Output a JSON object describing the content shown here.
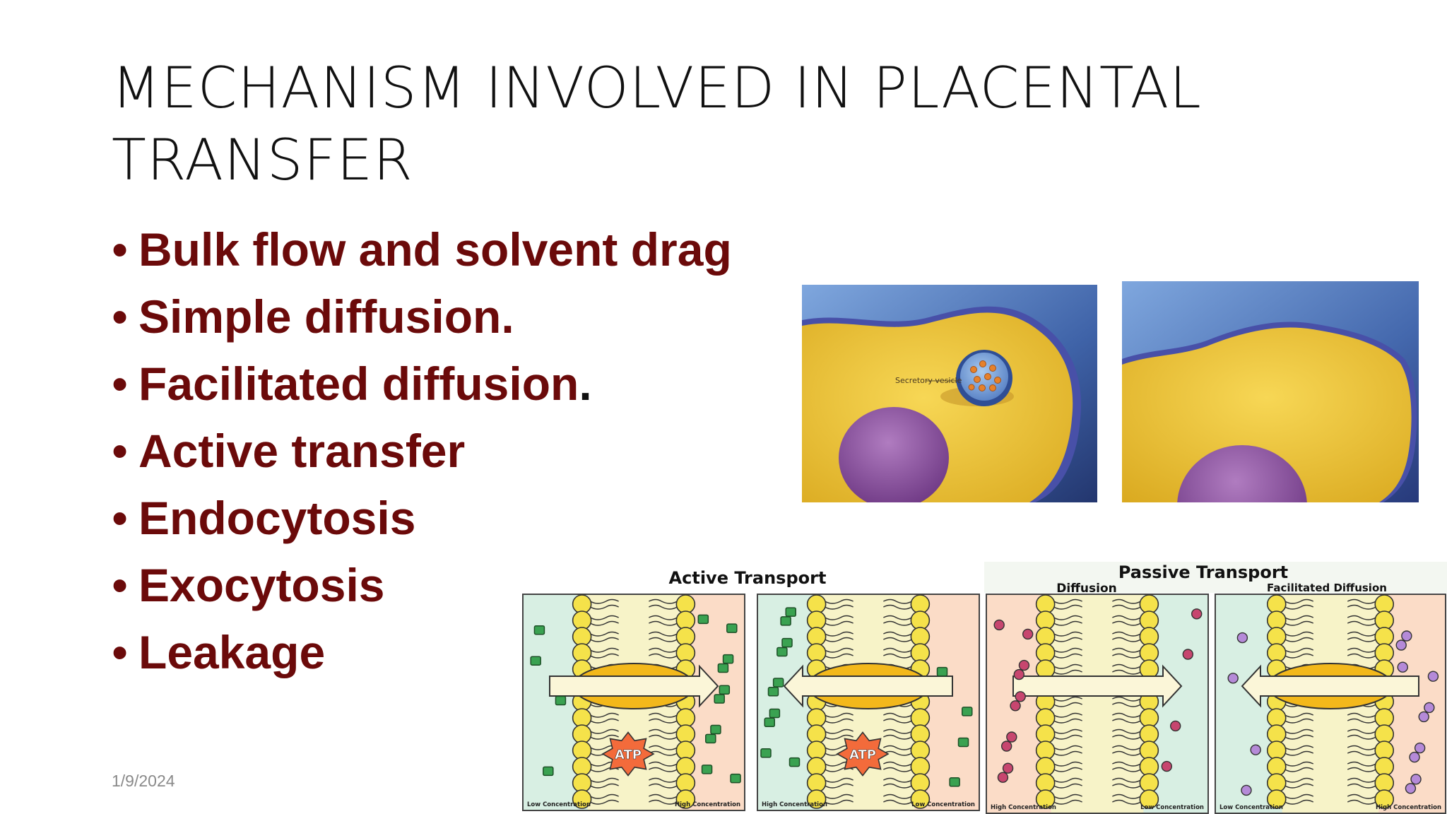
{
  "slide": {
    "title_line1": "MECHANISM INVOLVED IN PLACENTAL",
    "title_line2": "TRANSFER",
    "bullets": [
      {
        "text": "Bulk flow and solvent drag",
        "tail": ""
      },
      {
        "text": "Simple diffusion.",
        "tail": ""
      },
      {
        "text": "Facilitated diffusion",
        "tail": "."
      },
      {
        "text": "Active transfer",
        "tail": ""
      },
      {
        "text": "Endocytosis",
        "tail": ""
      },
      {
        "text": "Exocytosis",
        "tail": ""
      },
      {
        "text": "Leakage",
        "tail": ""
      }
    ],
    "bullet_glyph": "•",
    "date": "1/9/2024"
  },
  "cell_images": {
    "vesicle_label": "Secretory vesicle"
  },
  "transport_figure": {
    "active_title": "Active Transport",
    "passive_title": "Passive Transport",
    "diffusion_label": "Diffusion",
    "facilitated_label": "Facilitated Diffusion",
    "atp_label": "ATP",
    "low_label": "Low Concentration",
    "high_label": "High Concentration"
  },
  "colors": {
    "bullet_text": "#6b0a0a",
    "title_text": "#111111",
    "cell_cytoplasm": "#f0c73c",
    "cell_background": "#4c72b6",
    "nucleus": "#8b4f9c",
    "low_side": "#d7efe3",
    "high_side": "#fbdcc7"
  }
}
